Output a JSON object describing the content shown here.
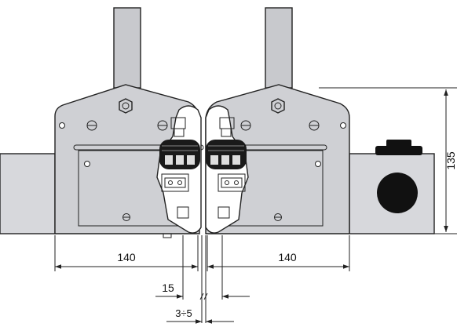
{
  "colors": {
    "housing": "#cfd0d4",
    "post": "#c8c9cd",
    "rail": "#d7d8dc",
    "dark": "#111111",
    "line": "#222222",
    "white": "#ffffff"
  },
  "dimensions": {
    "left_width": "140",
    "right_width": "140",
    "gap_15": "15",
    "gap_range": "3÷5",
    "height": "135"
  }
}
